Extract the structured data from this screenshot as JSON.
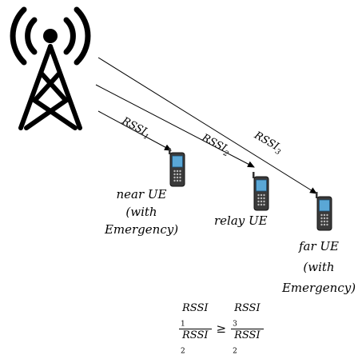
{
  "labels": {
    "near": [
      "near UE",
      "(with",
      "Emergency)"
    ],
    "relay": "relay UE",
    "far": [
      "far UE",
      "(with",
      "Emergency)"
    ]
  },
  "rssi": [
    {
      "text": "RSSI",
      "sub": "1"
    },
    {
      "text": "RSSI",
      "sub": "2"
    },
    {
      "text": "RSSI",
      "sub": "3"
    }
  ],
  "equation": {
    "lhs_num": {
      "text": "RSSI",
      "sub": "1"
    },
    "lhs_den": {
      "text": "RSSI",
      "sub": "2"
    },
    "op": "≥",
    "rhs_num": {
      "text": "RSSI",
      "sub": "3"
    },
    "rhs_den": {
      "text": "RSSI",
      "sub": "2"
    }
  },
  "icons": [
    "cell-tower-icon",
    "mobile-phone-icon"
  ]
}
